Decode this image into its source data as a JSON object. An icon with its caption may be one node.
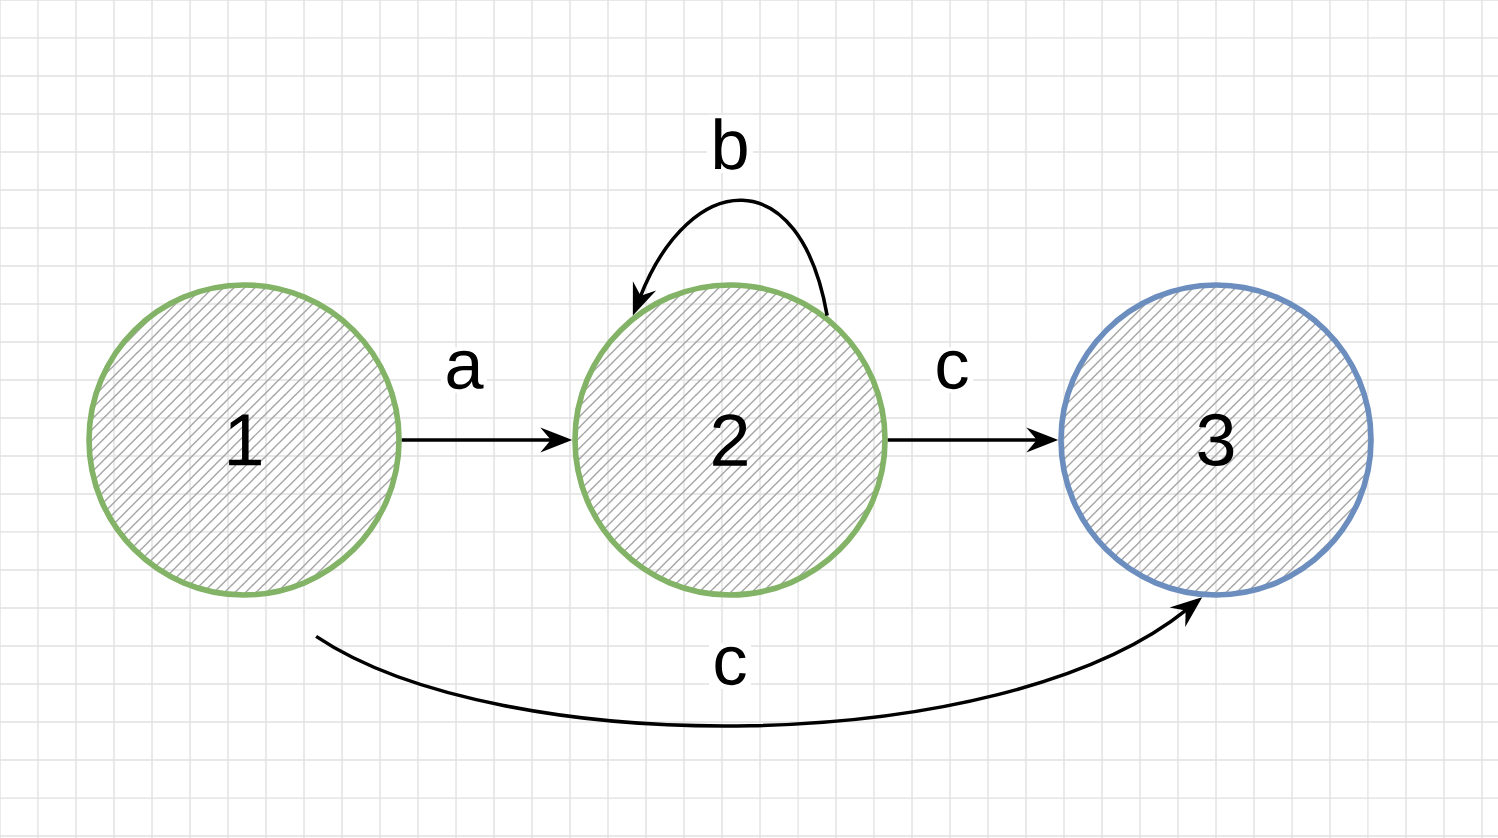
{
  "diagram": {
    "nodes": [
      {
        "text": [
          "1"
        ]
      },
      {
        "text": [
          "2"
        ]
      },
      {
        "text": [
          "3"
        ]
      }
    ],
    "edges": [
      {
        "from": 0,
        "to": 1,
        "arrow": "to",
        "label": "a"
      },
      {
        "from": 1,
        "to": 2,
        "arrow": "to",
        "label": "c"
      },
      {
        "from": 1,
        "to": 1,
        "arrow": "to",
        "label": "b"
      },
      {
        "from": 0,
        "to": 2,
        "arrow": "to",
        "label": "c"
      }
    ]
  }
}
